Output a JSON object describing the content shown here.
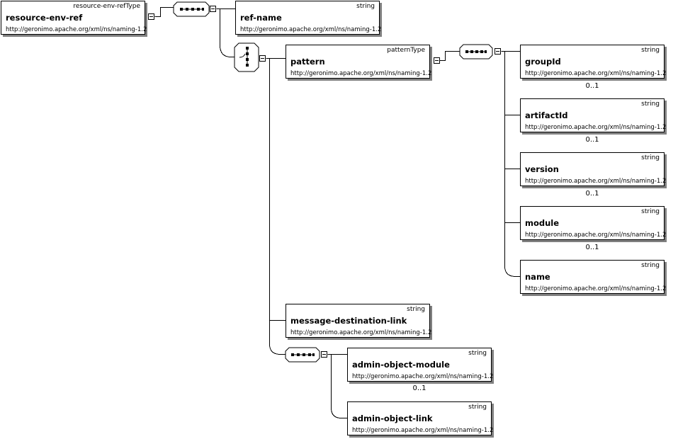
{
  "compositors": {
    "sequence_icon": "sequence-icon",
    "choice_icon": "choice-icon"
  },
  "nodes": {
    "resource_env_ref": {
      "type": "resource-env-refType",
      "name": "resource-env-ref",
      "ns": "http://geronimo.apache.org/xml/ns/naming-1.2"
    },
    "ref_name": {
      "type": "string",
      "name": "ref-name",
      "ns": "http://geronimo.apache.org/xml/ns/naming-1.2"
    },
    "pattern": {
      "type": "patternType",
      "name": "pattern",
      "ns": "http://geronimo.apache.org/xml/ns/naming-1.2"
    },
    "group_id": {
      "type": "string",
      "name": "groupId",
      "ns": "http://geronimo.apache.org/xml/ns/naming-1.2",
      "occurrence": "0..1"
    },
    "artifact_id": {
      "type": "string",
      "name": "artifactId",
      "ns": "http://geronimo.apache.org/xml/ns/naming-1.2",
      "occurrence": "0..1"
    },
    "version": {
      "type": "string",
      "name": "version",
      "ns": "http://geronimo.apache.org/xml/ns/naming-1.2",
      "occurrence": "0..1"
    },
    "module": {
      "type": "string",
      "name": "module",
      "ns": "http://geronimo.apache.org/xml/ns/naming-1.2",
      "occurrence": "0..1"
    },
    "name": {
      "type": "string",
      "name": "name",
      "ns": "http://geronimo.apache.org/xml/ns/naming-1.2"
    },
    "message_destination_link": {
      "type": "string",
      "name": "message-destination-link",
      "ns": "http://geronimo.apache.org/xml/ns/naming-1.2"
    },
    "admin_object_module": {
      "type": "string",
      "name": "admin-object-module",
      "ns": "http://geronimo.apache.org/xml/ns/naming-1.2",
      "occurrence": "0..1"
    },
    "admin_object_link": {
      "type": "string",
      "name": "admin-object-link",
      "ns": "http://geronimo.apache.org/xml/ns/naming-1.2"
    }
  }
}
